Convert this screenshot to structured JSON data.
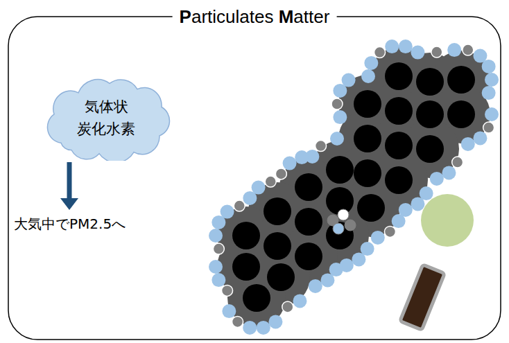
{
  "diagram": {
    "title": "Particulates Matter",
    "nodes": [
      {
        "text": [
          "気体状 炭化水素"
        ]
      }
    ],
    "labels": [
      "大気中でPM2.5へ"
    ]
  }
}
